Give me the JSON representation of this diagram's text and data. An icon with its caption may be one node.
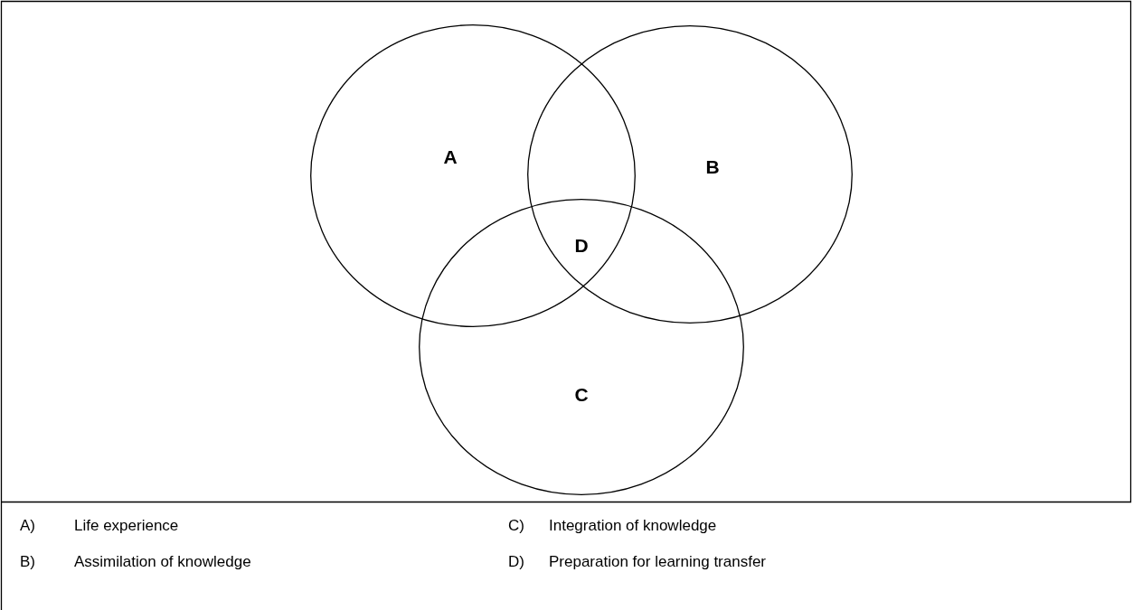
{
  "diagram": {
    "nodes": [
      {
        "text": [
          "A"
        ]
      },
      {
        "text": [
          "B"
        ]
      },
      {
        "text": [
          "C"
        ]
      }
    ],
    "labels": [
      "D",
      "A)",
      "Life experience",
      "C)",
      "Integration of knowledge",
      "B)",
      "Assimilation of knowledge",
      "D)",
      "Preparation for learning transfer"
    ]
  }
}
